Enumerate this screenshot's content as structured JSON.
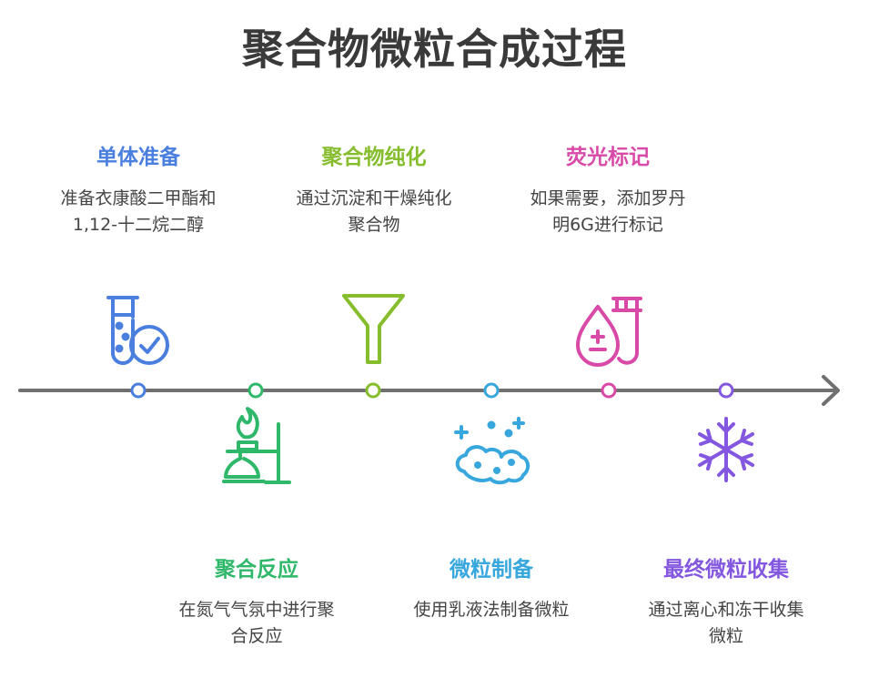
{
  "title": "聚合物微粒合成过程",
  "colors": {
    "line": "#707070",
    "step1": "#4a7fe0",
    "step2": "#2fb86a",
    "step3": "#86bd2d",
    "step4": "#38a7dd",
    "step5": "#d94aa8",
    "step6": "#8457e0"
  },
  "steps": [
    {
      "title": "单体准备",
      "desc1": "准备衣康酸二甲酯和",
      "desc2": "1,12-十二烷二醇",
      "icon": "test-tube-check-icon"
    },
    {
      "title": "聚合反应",
      "desc1": "在氮气气氛中进行聚",
      "desc2": "合反应",
      "icon": "bunsen-burner-flask-icon"
    },
    {
      "title": "聚合物纯化",
      "desc1": "通过沉淀和干燥纯化",
      "desc2": "聚合物",
      "icon": "funnel-icon"
    },
    {
      "title": "微粒制备",
      "desc1": "使用乳液法制备微粒",
      "desc2": "",
      "icon": "particles-sparkle-icon"
    },
    {
      "title": "荧光标记",
      "desc1": "如果需要，添加罗丹",
      "desc2": "明6G进行标记",
      "icon": "droplet-test-tube-icon"
    },
    {
      "title": "最终微粒收集",
      "desc1": "通过离心和冻干收集",
      "desc2": "微粒",
      "icon": "snowflake-icon"
    }
  ]
}
